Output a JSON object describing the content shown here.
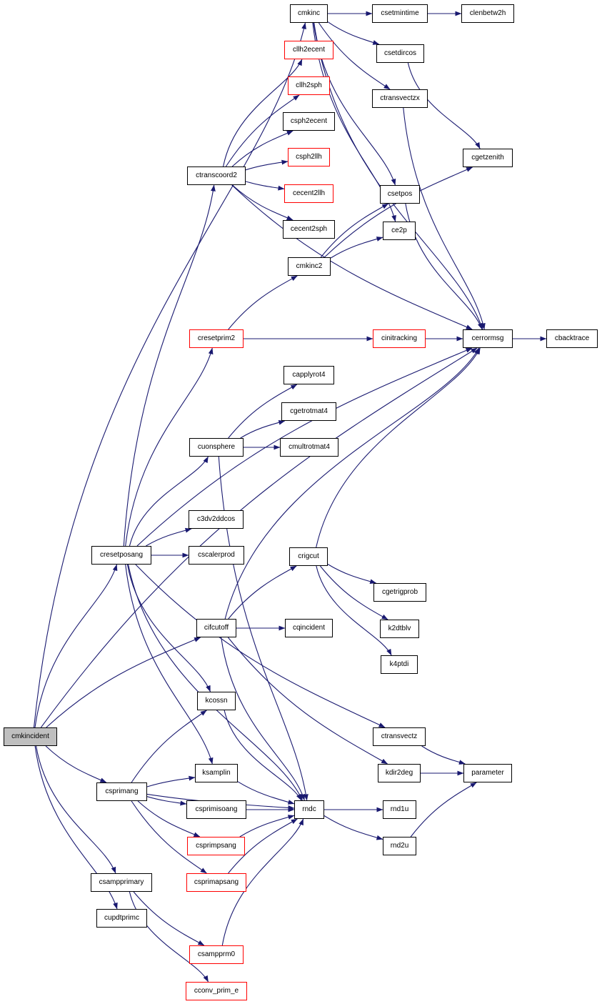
{
  "colors": {
    "edge": "#191970",
    "border": "#000000",
    "border_incomplete": "#ff0000",
    "root_fill": "#bfbfbf",
    "background": "#ffffff"
  },
  "nodes": {
    "cmkincident": "cmkincident",
    "cmkinc": "cmkinc",
    "csetmintime": "csetmintime",
    "clenbetw2h": "clenbetw2h",
    "csetdircos": "csetdircos",
    "cllh2ecent": "cllh2ecent",
    "cllh2sph": "cllh2sph",
    "ctransvectzx": "ctransvectzx",
    "csph2ecent": "csph2ecent",
    "cgetzenith": "cgetzenith",
    "csph2llh": "csph2llh",
    "ctranscoord2": "ctranscoord2",
    "csetpos": "csetpos",
    "cecent2llh": "cecent2llh",
    "cecent2sph": "cecent2sph",
    "ce2p": "ce2p",
    "cmkinc2": "cmkinc2",
    "cresetprim2": "cresetprim2",
    "cinitracking": "cinitracking",
    "cerrormsg": "cerrormsg",
    "cbacktrace": "cbacktrace",
    "capplyrot4": "capplyrot4",
    "cgetrotmat4": "cgetrotmat4",
    "cuonsphere": "cuonsphere",
    "cmultrotmat4": "cmultrotmat4",
    "c3dv2ddcos": "c3dv2ddcos",
    "cresetposang": "cresetposang",
    "cscalerprod": "cscalerprod",
    "crigcut": "crigcut",
    "cgetrigprob": "cgetrigprob",
    "cifcutoff": "cifcutoff",
    "cqincident": "cqincident",
    "k2dtblv": "k2dtblv",
    "k4ptdi": "k4ptdi",
    "kcossn": "kcossn",
    "ctransvectz": "ctransvectz",
    "kdir2deg": "kdir2deg",
    "parameter": "parameter",
    "csprimang": "csprimang",
    "ksamplin": "ksamplin",
    "csprimisoang": "csprimisoang",
    "rndc": "rndc",
    "rnd1u": "rnd1u",
    "csprimpsang": "csprimpsang",
    "rnd2u": "rnd2u",
    "csampprimary": "csampprimary",
    "csprimapsang": "csprimapsang",
    "cupdtprimc": "cupdtprimc",
    "csampprm0": "csampprm0",
    "cconv_prim_e": "cconv_prim_e"
  },
  "edges": [
    [
      "cmkincident",
      "cmkinc"
    ],
    [
      "cmkincident",
      "cresetposang"
    ],
    [
      "cmkincident",
      "cifcutoff"
    ],
    [
      "cmkincident",
      "csprimang"
    ],
    [
      "cmkincident",
      "csampprimary"
    ],
    [
      "cmkincident",
      "cupdtprimc"
    ],
    [
      "cmkincident",
      "cerrormsg"
    ],
    [
      "cmkinc",
      "csetmintime"
    ],
    [
      "csetmintime",
      "clenbetw2h"
    ],
    [
      "cmkinc",
      "csetdircos"
    ],
    [
      "cmkinc",
      "ctransvectzx"
    ],
    [
      "cmkinc",
      "csetpos"
    ],
    [
      "cmkinc",
      "ce2p"
    ],
    [
      "cmkinc",
      "cerrormsg"
    ],
    [
      "csetdircos",
      "cgetzenith"
    ],
    [
      "ctransvectzx",
      "cerrormsg"
    ],
    [
      "csetpos",
      "cerrormsg"
    ],
    [
      "ctranscoord2",
      "cllh2ecent"
    ],
    [
      "ctranscoord2",
      "cllh2sph"
    ],
    [
      "ctranscoord2",
      "csph2ecent"
    ],
    [
      "ctranscoord2",
      "csph2llh"
    ],
    [
      "ctranscoord2",
      "cecent2llh"
    ],
    [
      "ctranscoord2",
      "cecent2sph"
    ],
    [
      "ctranscoord2",
      "cerrormsg"
    ],
    [
      "cmkinc2",
      "csetpos"
    ],
    [
      "cmkinc2",
      "ce2p"
    ],
    [
      "cmkinc2",
      "cgetzenith"
    ],
    [
      "cresetprim2",
      "cmkinc2"
    ],
    [
      "cresetprim2",
      "cinitracking"
    ],
    [
      "cinitracking",
      "cerrormsg"
    ],
    [
      "cerrormsg",
      "cbacktrace"
    ],
    [
      "cuonsphere",
      "capplyrot4"
    ],
    [
      "cuonsphere",
      "cgetrotmat4"
    ],
    [
      "cuonsphere",
      "cmultrotmat4"
    ],
    [
      "cuonsphere",
      "rndc"
    ],
    [
      "cresetposang",
      "ctranscoord2"
    ],
    [
      "cresetposang",
      "cresetprim2"
    ],
    [
      "cresetposang",
      "cuonsphere"
    ],
    [
      "cresetposang",
      "cerrormsg"
    ],
    [
      "cresetposang",
      "c3dv2ddcos"
    ],
    [
      "cresetposang",
      "cscalerprod"
    ],
    [
      "cresetposang",
      "ctransvectz"
    ],
    [
      "cresetposang",
      "kcossn"
    ],
    [
      "cresetposang",
      "ksamplin"
    ],
    [
      "cresetposang",
      "rndc"
    ],
    [
      "crigcut",
      "cerrormsg"
    ],
    [
      "crigcut",
      "cgetrigprob"
    ],
    [
      "crigcut",
      "k2dtblv"
    ],
    [
      "crigcut",
      "k4ptdi"
    ],
    [
      "cifcutoff",
      "crigcut"
    ],
    [
      "cifcutoff",
      "cerrormsg"
    ],
    [
      "cifcutoff",
      "cqincident"
    ],
    [
      "cifcutoff",
      "kdir2deg"
    ],
    [
      "cifcutoff",
      "rndc"
    ],
    [
      "kcossn",
      "rndc"
    ],
    [
      "ctransvectz",
      "parameter"
    ],
    [
      "kdir2deg",
      "parameter"
    ],
    [
      "csprimang",
      "kcossn"
    ],
    [
      "csprimang",
      "ksamplin"
    ],
    [
      "csprimang",
      "csprimisoang"
    ],
    [
      "csprimang",
      "csprimpsang"
    ],
    [
      "csprimang",
      "csprimapsang"
    ],
    [
      "csprimang",
      "rndc"
    ],
    [
      "ksamplin",
      "rndc"
    ],
    [
      "csprimisoang",
      "rndc"
    ],
    [
      "csprimpsang",
      "rndc"
    ],
    [
      "csprimapsang",
      "rndc"
    ],
    [
      "rndc",
      "rnd1u"
    ],
    [
      "rndc",
      "rnd2u"
    ],
    [
      "rnd2u",
      "parameter"
    ],
    [
      "csampprimary",
      "csampprm0"
    ],
    [
      "csampprimary",
      "cconv_prim_e"
    ],
    [
      "csampprm0",
      "rndc"
    ]
  ]
}
